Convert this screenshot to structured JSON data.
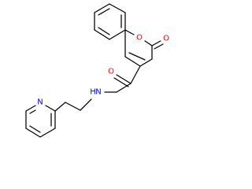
{
  "molecule": {
    "colors": {
      "bond": "#000000",
      "oxygen": "#ff0000",
      "nitrogen": "#0000ff",
      "background": "#ffffff"
    },
    "atoms": {
      "ring_oxygen": "O",
      "carbonyl_oxygen_lactone": "O",
      "carbonyl_oxygen_amide": "O",
      "amide_nitrogen": "N",
      "amide_hydrogen": "H",
      "pyridine_nitrogen": "N"
    }
  }
}
